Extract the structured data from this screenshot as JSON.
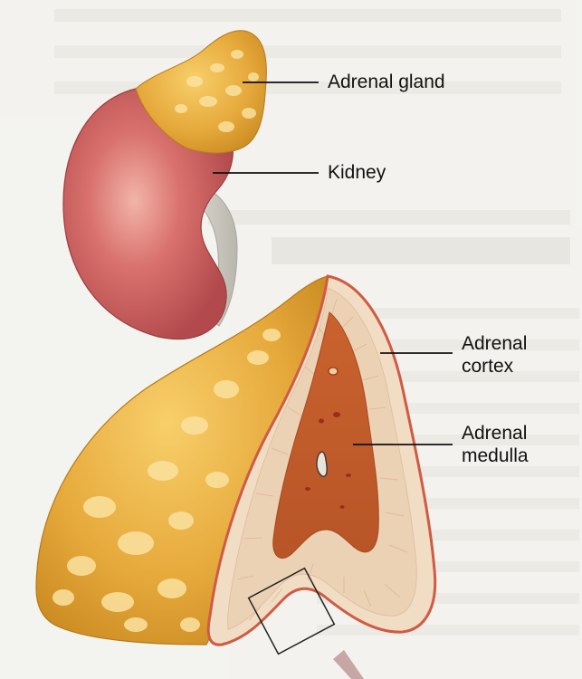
{
  "labels": {
    "adrenal_gland": "Adrenal gland",
    "kidney": "Kidney",
    "adrenal_cortex_line1": "Adrenal",
    "adrenal_cortex_line2": "cortex",
    "adrenal_medulla_line1": "Adrenal",
    "adrenal_medulla_line2": "medulla"
  },
  "colors": {
    "gland_fat": "#e3a83a",
    "kidney": "#c85a5a",
    "cortex": "#e9cdb0",
    "medulla": "#c9682f",
    "capsule": "#d46a4e"
  }
}
